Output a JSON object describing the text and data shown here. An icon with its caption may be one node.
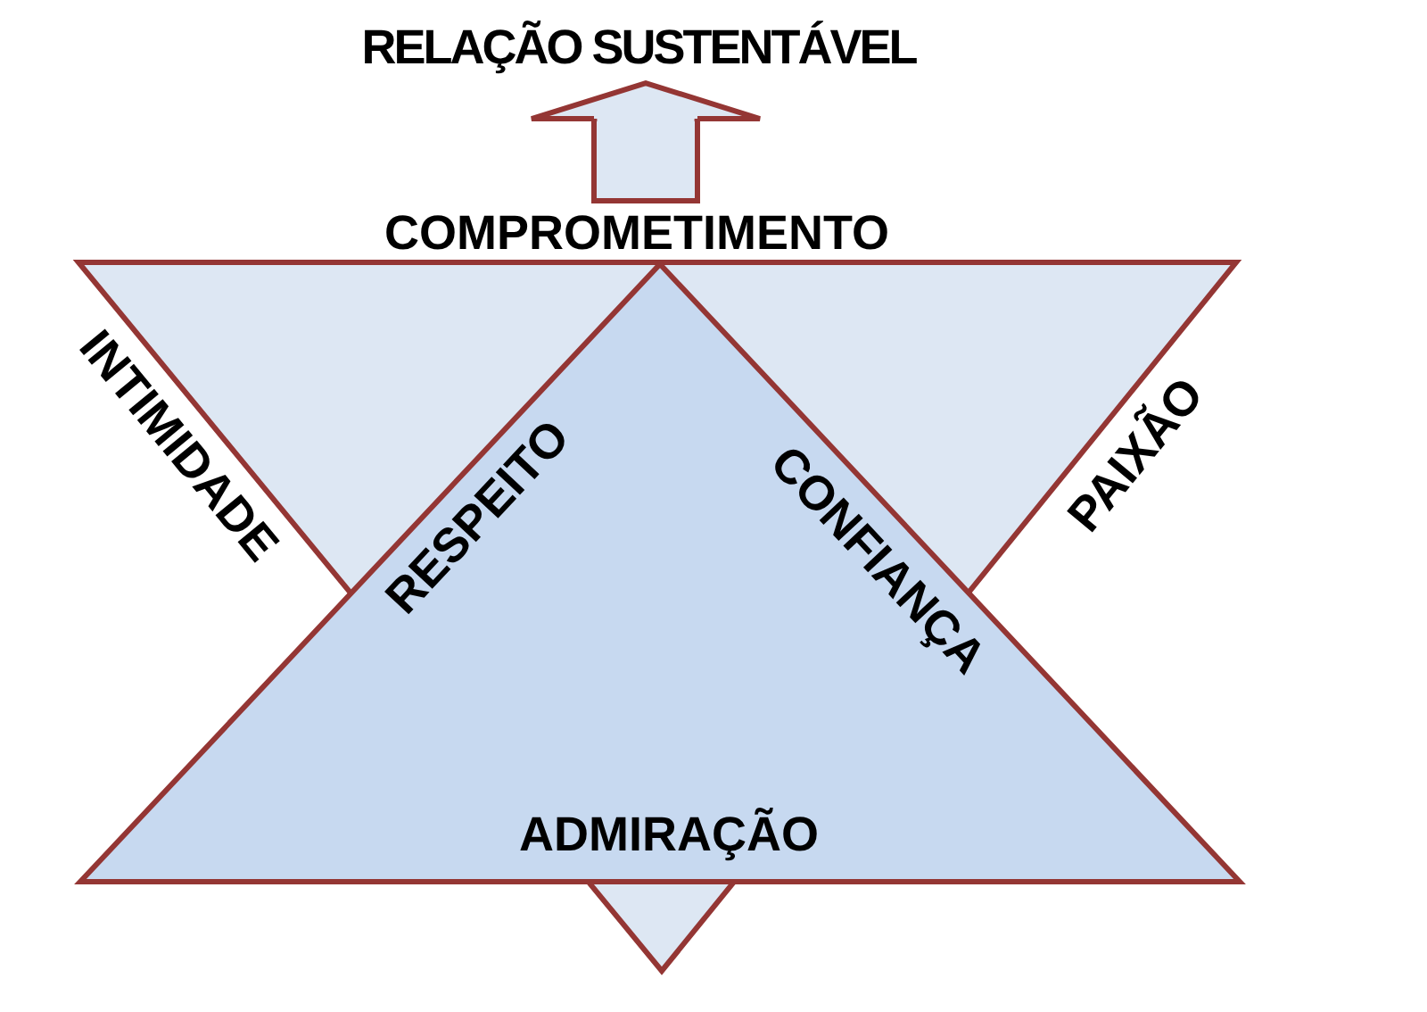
{
  "diagram": {
    "nodes": [
      {
        "text": [
          "RELAÇÃO SUSTENTÁVEL"
        ]
      },
      {
        "text": [
          "COMPROMETIMENTO",
          "INTIMIDADE",
          "PAIXÃO"
        ]
      },
      {
        "text": [
          "RESPEITO",
          "CONFIANÇA",
          "ADMIRAÇÃO"
        ]
      }
    ],
    "edges": [
      {
        "from": 1,
        "to": 0,
        "arrow": "to"
      }
    ]
  }
}
